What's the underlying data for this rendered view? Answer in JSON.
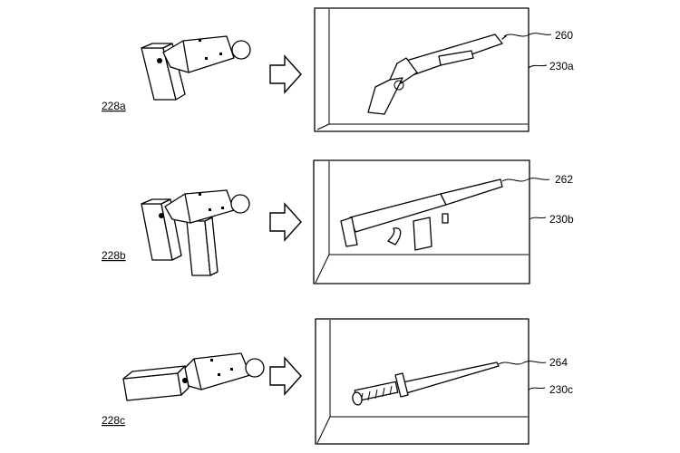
{
  "rows": [
    {
      "controller_label": "228a",
      "object_label": "260",
      "display_label": "230a"
    },
    {
      "controller_label": "228b",
      "object_label": "262",
      "display_label": "230b"
    },
    {
      "controller_label": "228c",
      "object_label": "264",
      "display_label": "230c"
    }
  ]
}
